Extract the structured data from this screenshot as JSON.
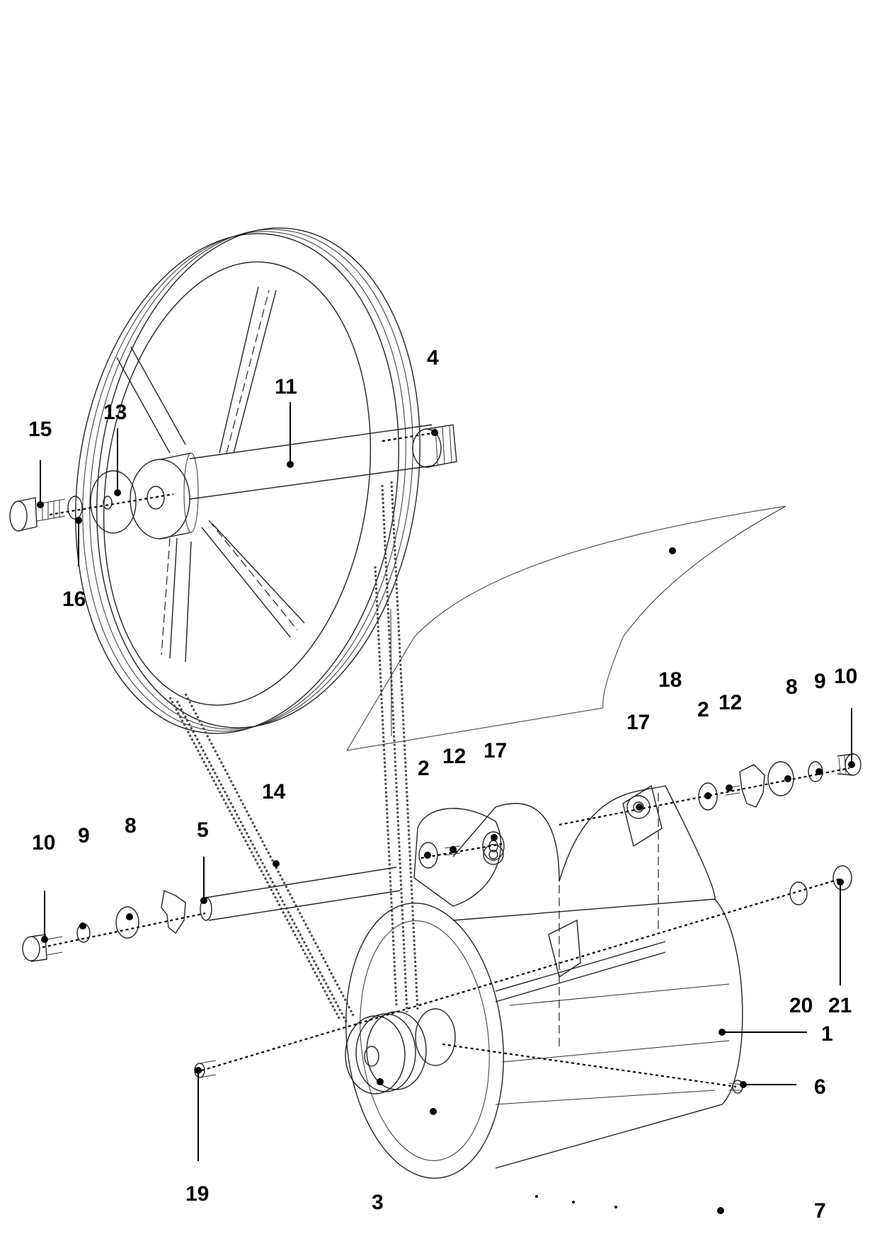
{
  "callouts": {
    "c1": "1",
    "c2a": "2",
    "c2b": "2",
    "c3": "3",
    "c4": "4",
    "c5": "5",
    "c6": "6",
    "c7": "7",
    "c8a": "8",
    "c8b": "8",
    "c9a": "9",
    "c9b": "9",
    "c10a": "10",
    "c10b": "10",
    "c11": "11",
    "c12a": "12",
    "c12b": "12",
    "c13": "13",
    "c14": "14",
    "c15": "15",
    "c16": "16",
    "c17a": "17",
    "c17b": "17",
    "c18": "18",
    "c19": "19",
    "c20": "20",
    "c21": "21"
  }
}
